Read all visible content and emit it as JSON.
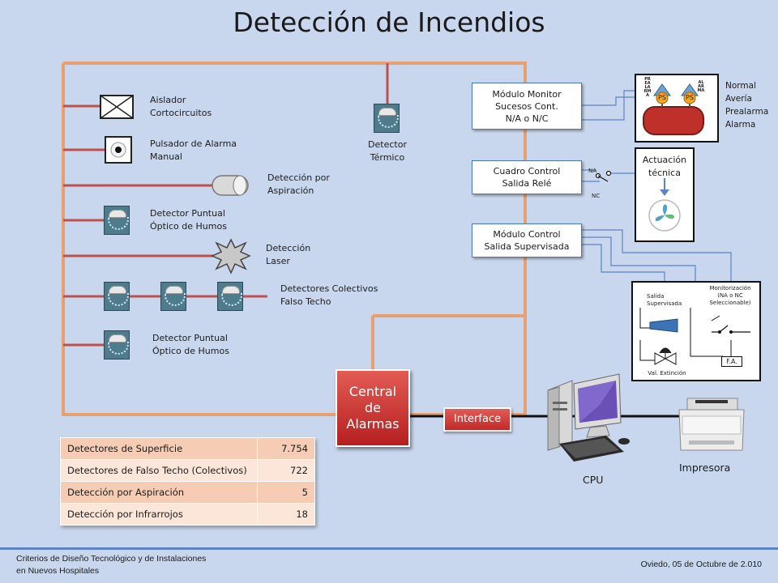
{
  "title": "Detección de Incendios",
  "left_devices": {
    "aislador": [
      "Aislador",
      "Cortocircuitos"
    ],
    "pulsador": [
      "Pulsador de Alarma",
      "Manual"
    ],
    "aspiracion": [
      "Detección por",
      "Aspiración"
    ],
    "puntual1": [
      "Detector Puntual",
      "Óptico de Humos"
    ],
    "laser": [
      "Detección",
      "Laser"
    ],
    "colectivos": [
      "Detectores Colectivos",
      "Falso Techo"
    ],
    "puntual2": [
      "Detector Puntual",
      "Óptico de Humos"
    ],
    "termico": [
      "Detector",
      "Térmico"
    ]
  },
  "central": [
    "Central",
    "de",
    "Alarmas"
  ],
  "interface_label": "Interface",
  "modules": {
    "monitor": [
      "Módulo Monitor",
      "Sucesos Cont.",
      "N/A o N/C"
    ],
    "cuadro": [
      "Cuadro Control",
      "Salida Relé"
    ],
    "control": [
      "Módulo Control",
      "Salida Supervisada"
    ]
  },
  "tank": {
    "left_text": "PREALARMA",
    "right_text": "ALARMA",
    "ps_label": "PS"
  },
  "status_states": [
    "Normal",
    "Avería",
    "Prealarma",
    "Alarma"
  ],
  "relay_labels": {
    "na": "NA",
    "nc": "NC"
  },
  "actuacion": [
    "Actuación",
    "técnica"
  ],
  "supervised_panel": {
    "salida": [
      "Salida",
      "Supervisada"
    ],
    "monitor": [
      "Monitorización",
      "(NA o NC",
      "Seleccionable)"
    ],
    "fa": "F.A.",
    "valve": "Val. Extinción"
  },
  "cpu_label": "CPU",
  "printer_label": "Impresora",
  "stats": [
    {
      "name": "Detectores de Superficie",
      "value": "7.754"
    },
    {
      "name": "Detectores de Falso Techo (Colectivos)",
      "value": "722"
    },
    {
      "name": "Detección por Aspiración",
      "value": "5"
    },
    {
      "name": "Detección por Infrarrojos",
      "value": "18"
    }
  ],
  "footer": {
    "left": [
      "Criterios de Diseño Tecnológico y de Instalaciones",
      "en Nuevos Hospitales"
    ],
    "right": "Oviedo, 05 de Octubre de 2.010"
  },
  "colors": {
    "loop": "#e8a070",
    "branch": "#c0504d",
    "accent_red": "#c0302a",
    "slide_bg": "#c9d7ee"
  }
}
